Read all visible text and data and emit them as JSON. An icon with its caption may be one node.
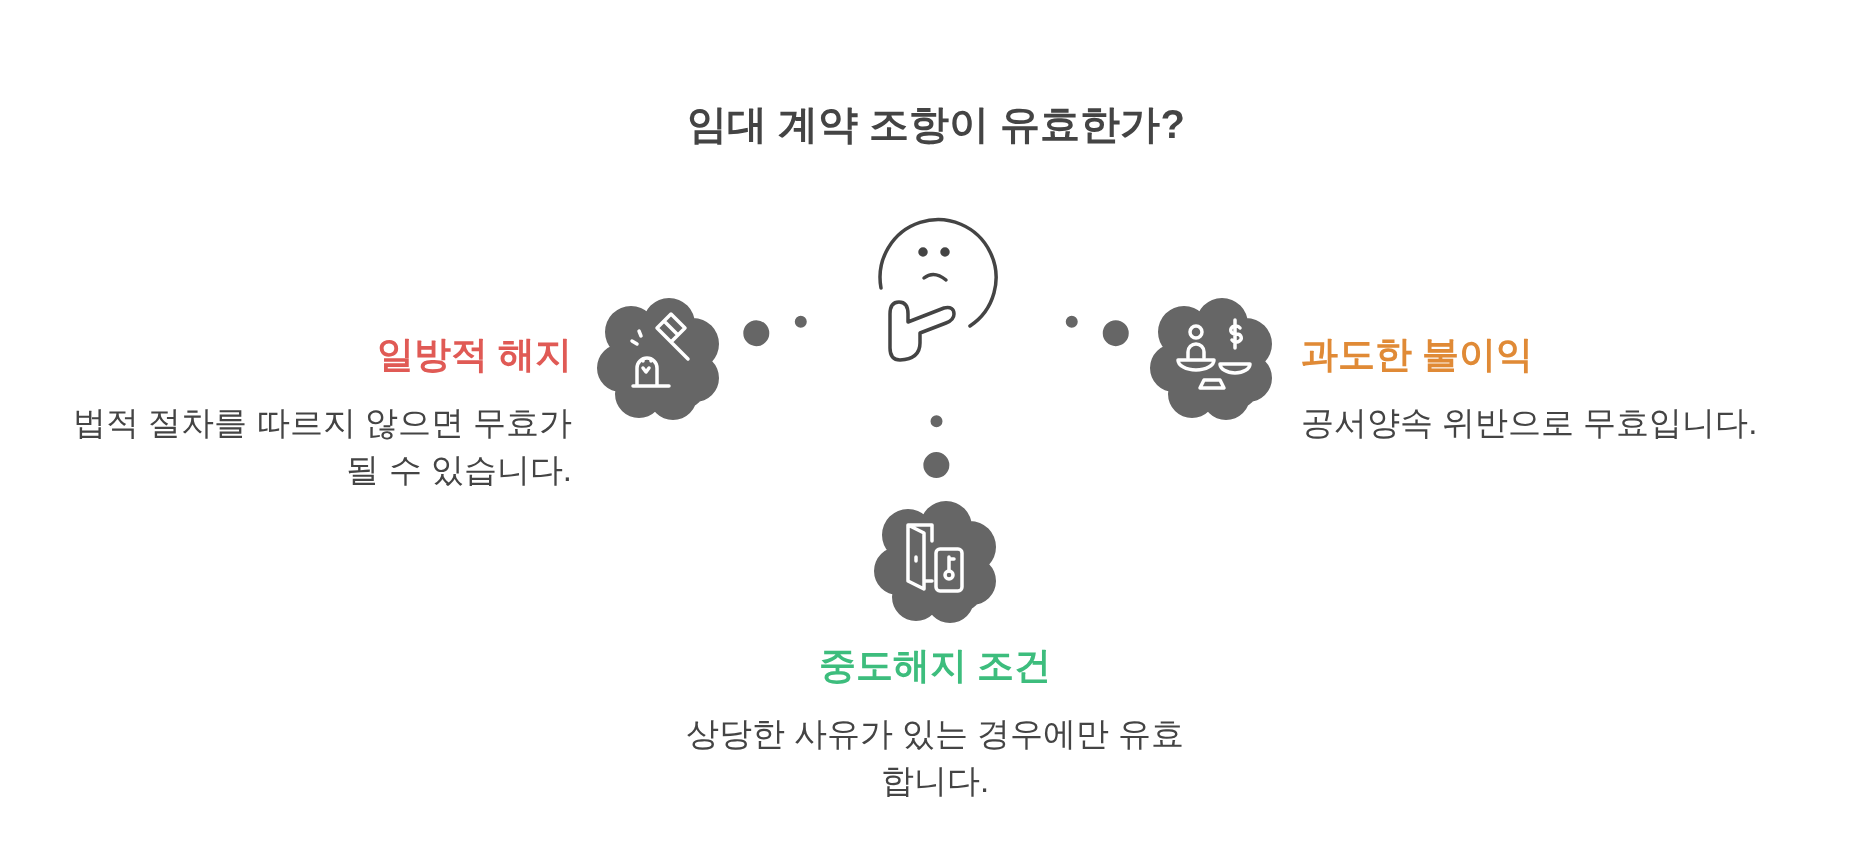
{
  "diagram": {
    "title": "임대 계약 조항이 유효한가?",
    "nodes": [
      {
        "text": [],
        "shape": "picture"
      },
      {
        "text": [
          "일방적 해지",
          "법적 절차를 따르지 않으면 무효가 될 수 있습니다."
        ]
      },
      {
        "text": [
          "과도한 불이익",
          "공서양속 위반으로 무효입니다."
        ]
      },
      {
        "text": [
          "중도해지 조건",
          "상당한 사유가 있는 경우에만 유효합니다."
        ]
      }
    ],
    "edges": [
      {
        "from": 0,
        "to": 1,
        "arrow": "none"
      },
      {
        "from": 0,
        "to": 2,
        "arrow": "none"
      },
      {
        "from": 0,
        "to": 3,
        "arrow": "none"
      }
    ]
  }
}
